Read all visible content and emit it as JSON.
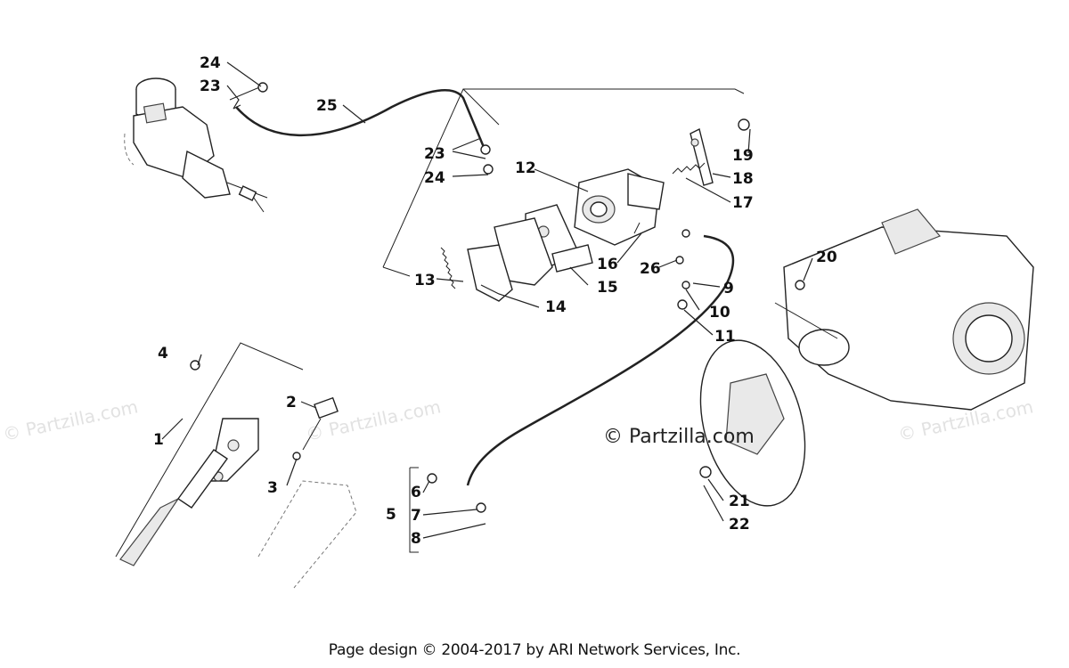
{
  "labels": {
    "p1": "1",
    "p2": "2",
    "p3": "3",
    "p4": "4",
    "p5": "5",
    "p6": "6",
    "p7": "7",
    "p8": "8",
    "p9": "9",
    "p10": "10",
    "p11": "11",
    "p12": "12",
    "p13": "13",
    "p14": "14",
    "p15": "15",
    "p16": "16",
    "p17": "17",
    "p18": "18",
    "p19": "19",
    "p20": "20",
    "p21": "21",
    "p22": "22",
    "p23a": "23",
    "p23b": "23",
    "p24a": "24",
    "p24b": "24",
    "p25": "25",
    "p26": "26"
  },
  "watermarks": {
    "left": "© Partzilla.com",
    "center_left": "© Partzilla.com",
    "right": "© Partzilla.com"
  },
  "copyright_mark": "© Partzilla.com",
  "footer": "Page design © 2004-2017 by ARI Network Services, Inc."
}
